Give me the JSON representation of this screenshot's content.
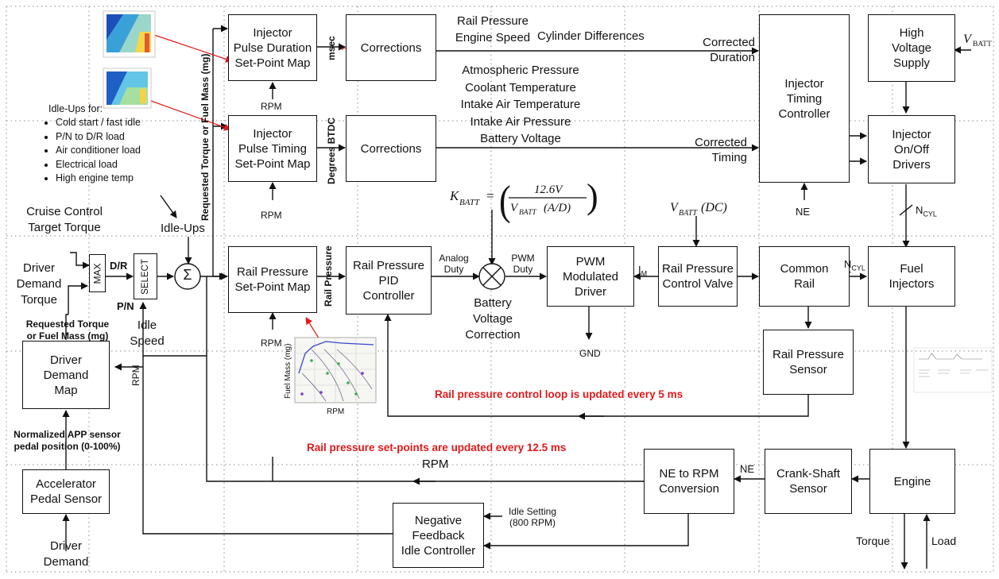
{
  "blocks": {
    "inj_pulse_duration": "Injector\nPulse Duration\nSet-Point Map",
    "corrections_1": "Corrections",
    "inj_pulse_timing": "Injector\nPulse Timing\nSet-Point Map",
    "corrections_2": "Corrections",
    "inj_timing_ctrl": "Injector\nTiming\nController",
    "high_voltage": "High\nVoltage\nSupply",
    "inj_drivers": "Injector\nOn/Off\nDrivers",
    "rail_pressure_sp": "Rail Pressure\nSet-Point Map",
    "rail_pid": "Rail Pressure\nPID\nController",
    "pwm_driver": "PWM\nModulated\nDriver",
    "rail_valve": "Rail Pressure\nControl Valve",
    "common_rail": "Common\nRail",
    "fuel_injectors": "Fuel\nInjectors",
    "rail_sensor": "Rail Pressure\nSensor",
    "driver_demand_map": "Driver\nDemand\nMap",
    "accel_sensor": "Accelerator\nPedal Sensor",
    "ne_to_rpm": "NE to RPM\nConversion",
    "crank_sensor": "Crank-Shaft\nSensor",
    "engine": "Engine",
    "neg_feedback": "Negative\nFeedback\nIdle Controller",
    "max": "MAX",
    "select": "SELECT",
    "sum": "Σ"
  },
  "labels": {
    "rail_engine": "Rail Pressure\nEngine Speed",
    "cyl_diff": "Cylinder Differences",
    "corrected_duration": "Corrected\nDuration",
    "atmos_list": "Atmospheric Pressure\nCoolant Temperature\nIntake Air Temperature\nIntake Air Pressure\nBattery Voltage",
    "corrected_timing": "Corrected\nTiming",
    "msec": "msec",
    "degrees_btdc": "Degrees BTDC",
    "rpm_1": "RPM",
    "rpm_2": "RPM",
    "rpm_3": "RPM",
    "rpm_left": "RPM",
    "rpm_bottom": "RPM",
    "idle_ups_for": "Idle-Ups for:",
    "idle_ups_items": [
      "Cold start / fast idle",
      "P/N to D/R load",
      "Air conditioner load",
      "Electrical load",
      "High engine temp"
    ],
    "idle_ups": "Idle-Ups",
    "cruise": "Cruise Control\nTarget Torque",
    "driver_demand_torque": "Driver\nDemand\nTorque",
    "dr": "D/R",
    "pn": "P/N",
    "idle_speed": "Idle\nSpeed",
    "req_torque_vertical": "Requested Torque or Fuel Mass (mg)",
    "rail_pressure_vertical": "Rail Pressure",
    "req_torque_left": "Requested Torque\nor Fuel Mass (mg)",
    "normalized_app": "Normalized APP sensor\npedal position (0-100%)",
    "driver_demand": "Driver\nDemand",
    "analog_duty": "Analog\nDuty",
    "pwm_duty": "PWM\nDuty",
    "battery_correction": "Battery\nVoltage\nCorrection",
    "gnd": "GND",
    "im": "I",
    "im_sub": "M",
    "ne_top": "NE",
    "ne_bottom": "NE",
    "ncyl_top": "N",
    "ncyl_sub": "CYL",
    "ncyl_mid": "N",
    "ncyl_mid_sub": "CYL",
    "vbatt": "V",
    "vbatt_sub": "BATT",
    "kbatt_formula_num": "12.6V",
    "kbatt_k": "K",
    "kbatt_sub": "BATT",
    "kbatt_den": "V",
    "kbatt_den_sub": "BATT",
    "kbatt_den_tail": "(A/D)",
    "vbatt_dc": "V",
    "vbatt_dc_sub": "BATT",
    "vbatt_dc_tail": "(DC)",
    "idle_setting": "Idle Setting\n(800 RPM)",
    "torque": "Torque",
    "load": "Load",
    "loop_5ms": "Rail pressure control loop is updated every 5 ms",
    "setpoint_125ms": "Rail pressure set-points are updated every 12.5 ms",
    "chart_ylabel": "Fuel Mass (mg)",
    "chart_xlabel": "RPM"
  },
  "colors": {
    "stroke": "#111111",
    "red": "#e3191b",
    "grid": "#8a8a8a"
  }
}
